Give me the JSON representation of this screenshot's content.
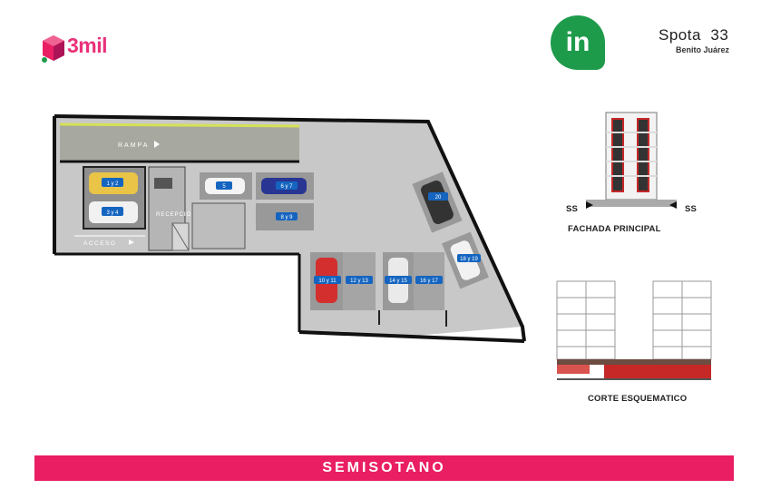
{
  "brand": {
    "name": "3mil",
    "color": "#e91e63",
    "icon": "cube-icon"
  },
  "badge": {
    "text": "in",
    "color": "#1e9a4b"
  },
  "project": {
    "title": "Spota  33",
    "subtitle": "Benito Juárez"
  },
  "plan": {
    "labels": {
      "ramp": "RAMPA",
      "access": "ACCESO",
      "reception": "RECEPCIÓN"
    },
    "spaces": [
      "1 y 2",
      "3 y 4",
      "5",
      "6 y 7",
      "8 y 9",
      "20",
      "18 y 19",
      "10 y 11",
      "12 y 13",
      "14 y 15",
      "16 y 17"
    ]
  },
  "facade": {
    "ss_left": "SS",
    "ss_right": "SS",
    "caption": "FACHADA PRINCIPAL"
  },
  "section": {
    "caption": "CORTE ESQUEMATICO"
  },
  "footer": {
    "level": "SEMISOTANO"
  }
}
